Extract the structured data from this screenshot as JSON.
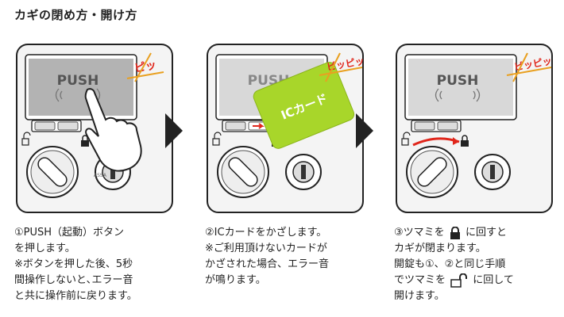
{
  "title": "カギの閉め方・開け方",
  "panel_text": {
    "push": "PUSH",
    "beep1": "ピッ",
    "beep2": "ピッピッ",
    "beep3": "ピッピッ",
    "card": "ICカード"
  },
  "steps": [
    {
      "lines": [
        "①PUSH（起動）ボタン",
        "を押します。",
        "※ボタンを押した後、5秒",
        "間操作しないと､エラー音",
        "と共に操作前に戻ります。"
      ]
    },
    {
      "lines": [
        "②ICカードをかざします。",
        "※ご利用頂けないカードが",
        "かざされた場合、エラー音",
        "が鳴ります。"
      ]
    },
    {
      "line1_pre": "③ツマミを",
      "line1_post": "に回すと",
      "line2": "カギが閉まります。",
      "line3": "開錠も①、②と同じ手順",
      "line4_pre": "でツマミを",
      "line4_post": "に回して",
      "line5": "開けます。"
    }
  ],
  "icons": {
    "lock_closed": "lock-closed-icon",
    "lock_open": "lock-open-icon",
    "hand": "hand-pointer-icon",
    "arrow": "arrow-right-icon"
  },
  "colors": {
    "card": "#a8d62a",
    "beep_line": "#e9a020",
    "red": "#e0261b",
    "screen_active": "#b3b3b3",
    "screen": "#d8d8d8"
  }
}
